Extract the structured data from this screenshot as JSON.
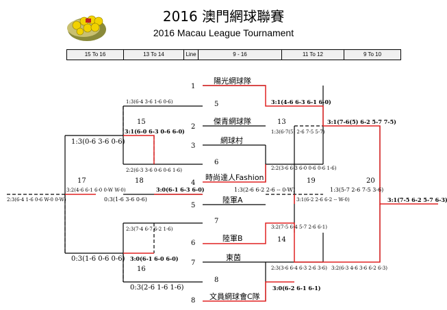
{
  "title_zh": "2016 澳門網球聯賽",
  "title_en": "2016 Macau League Tournament",
  "columns": [
    "15 To 16",
    "13 To 14",
    "Line",
    "9 - 16",
    "11 To 12",
    "9 To 10"
  ],
  "lines": [
    "1",
    "2",
    "3",
    "4",
    "5",
    "6",
    "7",
    "8"
  ],
  "match_numbers": [
    "5",
    "6",
    "7",
    "8",
    "13",
    "14",
    "15",
    "16",
    "17",
    "18",
    "19",
    "20"
  ],
  "teams": [
    "陽光網球隊",
    "傑青網球隊",
    "網球村",
    "時尚達人Fashion",
    "陸軍A",
    "陸軍B",
    "東茵",
    "文員網球會C隊"
  ],
  "scores": {
    "m13": "3:1(4-6 6-3 6-1 6-0)",
    "m13_lose": "1:3(6-7(5) 2-6 7-5 5-7)",
    "m15": "1:3(6-4 3-6 1-6 0-6)",
    "m15_win": "3:1(6-0 6-3 0-6 6-0)",
    "m15_b": "2:2(6-3 3-6 0-6 0-6 1-6)",
    "m14_a": "2:2(3-6 6-3 6-0 0-6 0-6 1-6)",
    "m17_top": "1:3(0-6 3-6 0-6)",
    "m17_mid": "3:2(4-6 6-1 6-0 0-W W-0)",
    "m17_left": "2:3(6-4 1-6 0-6 W-0 0-W)",
    "m18_win": "3:0(6-1 6-3 6-0)",
    "m18_lose": "0:3(1-6 3-6 0-6)",
    "m19_a": "1:3(2-6 6-2 2-6 -- 0-W)",
    "m19_win": "3:1(6-2 2-6 6-2 -- W-0)",
    "m20_lose": "1:3(5-7 2-6 7-5 3-6)",
    "m20_win": "3:1(7-6(5) 6-2 5-7 7-5)",
    "m20_final": "3:1(7-5 6-2 5-7 6-3)",
    "m14_top": "3:2(7-5 6-4 5-7 2-6 6-1)",
    "m14_bot": "2:3(3-6 6-4 6-3 2-6 3-6)",
    "m14_final": "3:2(6-3 4-6 3-6 6-2 6-3)",
    "m16_top": "2:3(7-4 6-7 6-2 1-6)",
    "m16_win": "3:0(6-1 6-0 6-0)",
    "m16_lose": "0:3(1-6 0-6 0-6)",
    "m16_b": "0:3(2-6 1-6 1-6)",
    "m8_win": "3:0(6-2 6-1 6-1)"
  },
  "colors": {
    "win": "#e02020",
    "line": "#000000",
    "header_bg": "#f0f0f0",
    "logo_ball": "#f2d200",
    "logo_base": "#8a8a3a"
  }
}
